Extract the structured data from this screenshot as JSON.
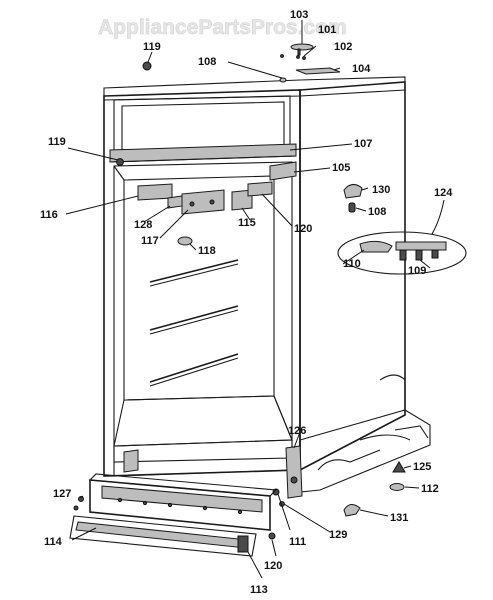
{
  "watermark": "AppliancePartsPros.com",
  "callouts": {
    "c103": "103",
    "c101": "101",
    "c102": "102",
    "c104": "104",
    "c108a": "108",
    "c119a": "119",
    "c119b": "119",
    "c107": "107",
    "c105": "105",
    "c130": "130",
    "c108b": "108",
    "c124": "124",
    "c116": "116",
    "c128a": "128",
    "c117": "117",
    "c115": "115",
    "c120a": "120",
    "c118": "118",
    "c110": "110",
    "c109": "109",
    "c126": "126",
    "c125": "125",
    "c112": "112",
    "c127": "127",
    "c111": "111",
    "c129": "129",
    "c131": "131",
    "c114": "114",
    "c120b": "120",
    "c113": "113"
  }
}
